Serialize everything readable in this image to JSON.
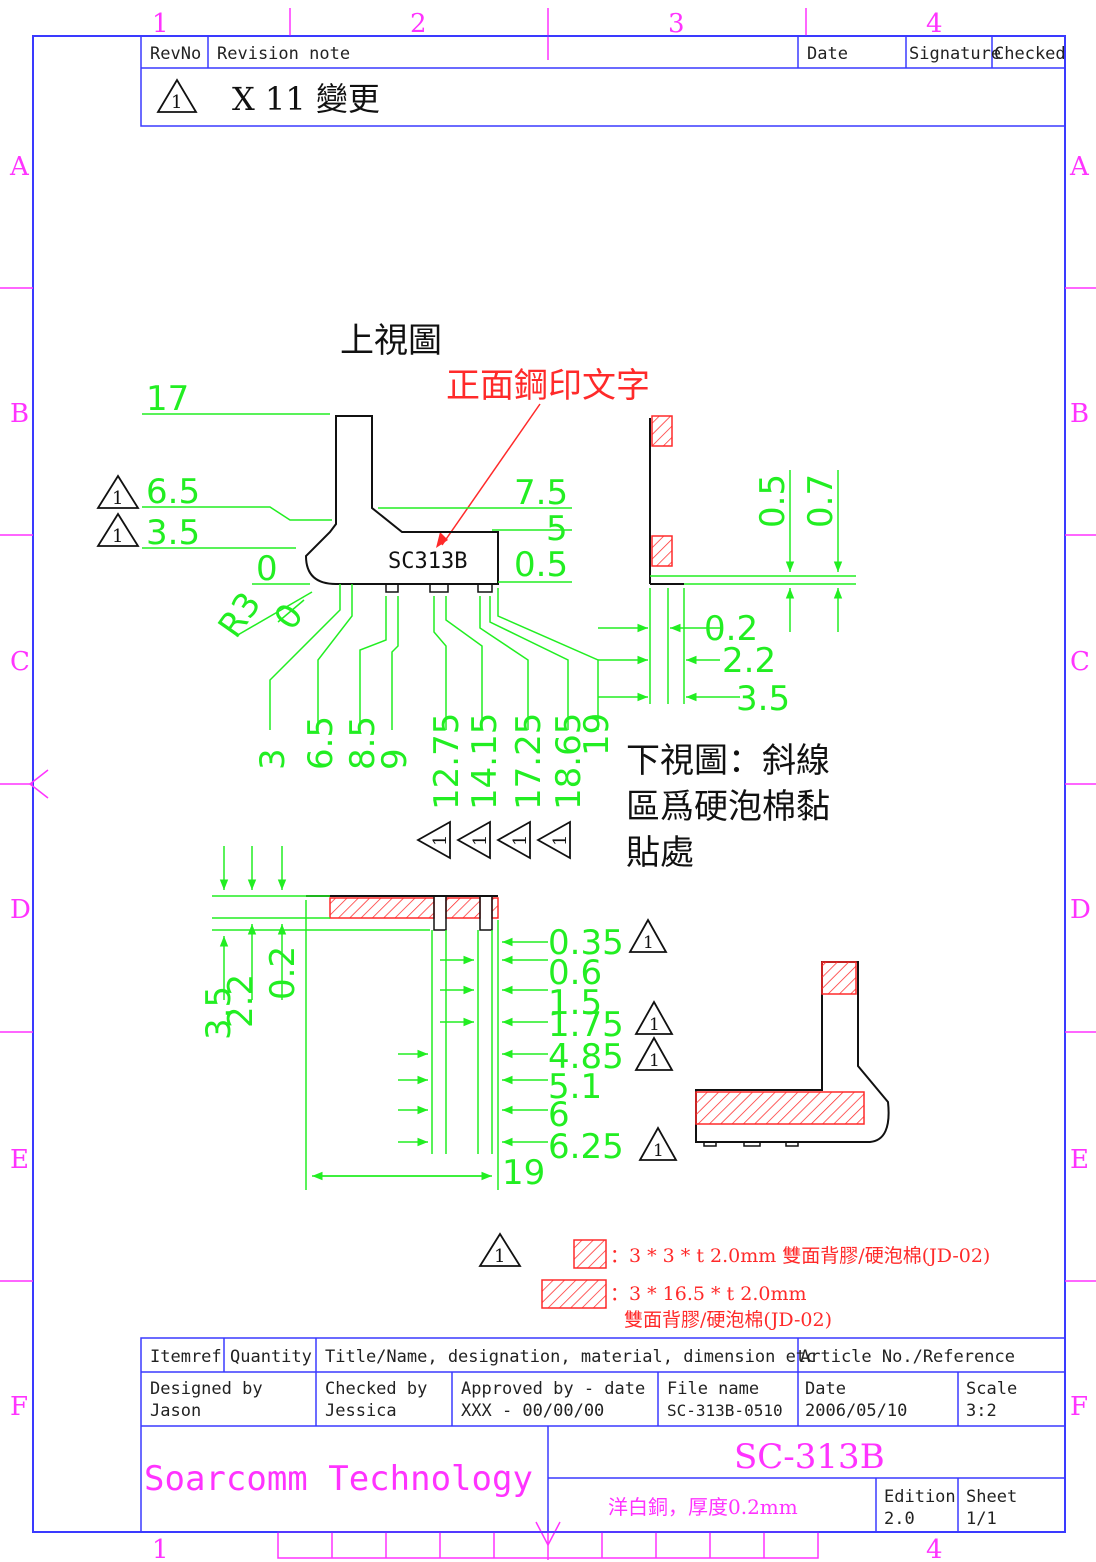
{
  "colors": {
    "frame": "#3a3aff",
    "zone": "#ff33ff",
    "dim": "#22ee22",
    "part": "#111111",
    "note": "#ff2a2a"
  },
  "grid": {
    "cols_top": [
      "1",
      "2",
      "3",
      "4"
    ],
    "cols_bottom": [
      "1",
      "4"
    ],
    "rows": [
      "A",
      "B",
      "C",
      "D",
      "E",
      "F"
    ]
  },
  "revision": {
    "headers": {
      "rev": "RevNo",
      "note": "Revision note",
      "date": "Date",
      "signature": "Signature",
      "checked": "Checked"
    },
    "entry_mark": "1",
    "entry_note": "X 11 變更"
  },
  "views": {
    "top_title": "上視圖",
    "stamp_note": "正面鋼印文字",
    "part_marking": "SC313B",
    "bottom_title": [
      "下視圖：斜線",
      "區爲硬泡棉黏",
      "貼處"
    ]
  },
  "dims_top": {
    "left": [
      "17",
      "6.5",
      "3.5",
      "0"
    ],
    "radius": "R3",
    "zero2": "0",
    "right": [
      "7.5",
      "5",
      "0.5"
    ],
    "bottom": [
      "3",
      "6.5",
      "8.5",
      "9",
      "12.75",
      "14.15",
      "17.25",
      "18.65",
      "19"
    ]
  },
  "dims_side": {
    "vertical": [
      "0.5",
      "0.7"
    ],
    "horizontal": [
      "0.2",
      "2.2",
      "3.5"
    ]
  },
  "dims_bottom": {
    "left": [
      "3.5",
      "2.2",
      "0.2"
    ],
    "right": [
      "0.35",
      "0.6",
      "1.5",
      "1.75",
      "4.85",
      "5.1",
      "6",
      "6.25"
    ],
    "overall": "19"
  },
  "rev_mark": "1",
  "legend": [
    {
      "text": "：3 * 3 * t 2.0mm 雙面背膠/硬泡棉(JD-02)"
    },
    {
      "text": "：3 * 16.5 * t 2.0mm",
      "text2": "雙面背膠/硬泡棉(JD-02)"
    }
  ],
  "title_block": {
    "headers": {
      "item": "Itemref",
      "qty": "Quantity",
      "title": "Title/Name, designation, material, dimension etc",
      "article": "Article No./Reference"
    },
    "designed_label": "Designed by",
    "designed": "Jason",
    "checked_label": "Checked by",
    "checked": "Jessica",
    "approved_label": "Approved by - date",
    "approved": "XXX - 00/00/00",
    "file_label": "File name",
    "file": "SC-313B-0510",
    "date_label": "Date",
    "date": "2006/05/10",
    "scale_label": "Scale",
    "scale": "3:2",
    "company": "Soarcomm Technology",
    "part_no": "SC-313B",
    "material": "洋白銅，厚度0.2mm",
    "edition_label": "Edition",
    "edition": "2.0",
    "sheet_label": "Sheet",
    "sheet": "1/1"
  }
}
